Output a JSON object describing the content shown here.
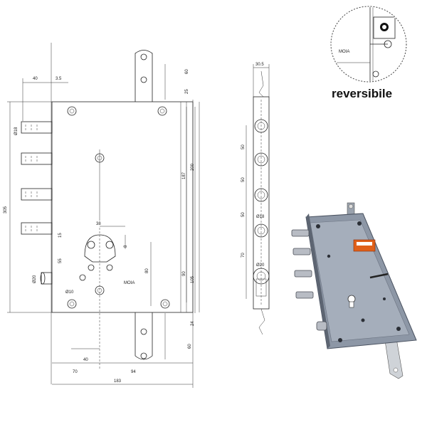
{
  "callout": {
    "label": "reversibile",
    "brand_mark": "MOIA"
  },
  "dimensions": {
    "top_left_a": "40",
    "top_left_b": "3.5",
    "pin_dia": "Ø18",
    "height_total": "305",
    "cyl_width": "38",
    "dim_15": "15",
    "dim_55": "55",
    "dim_8": "8",
    "dim_80": "80",
    "hole_20": "Ø20",
    "hole_10": "Ø10",
    "bottom_40": "40",
    "bottom_70": "70",
    "bottom_94": "94",
    "width_total": "183",
    "right_187": "187",
    "right_200": "200",
    "right_90": "90",
    "right_105": "105",
    "bracket_60_top": "60",
    "bracket_25": "25",
    "bracket_24": "24",
    "bracket_60_bottom": "60",
    "side_width": "30.5",
    "side_50_a": "50",
    "side_50_b": "50",
    "side_50_c": "50",
    "side_70": "70",
    "side_pin_18": "Ø18",
    "side_pin_20": "Ø20"
  },
  "colors": {
    "line": "#222222",
    "plate": "#8d97a6",
    "photo_bolt": "#b8bcc4",
    "badge": "#e0601a"
  }
}
